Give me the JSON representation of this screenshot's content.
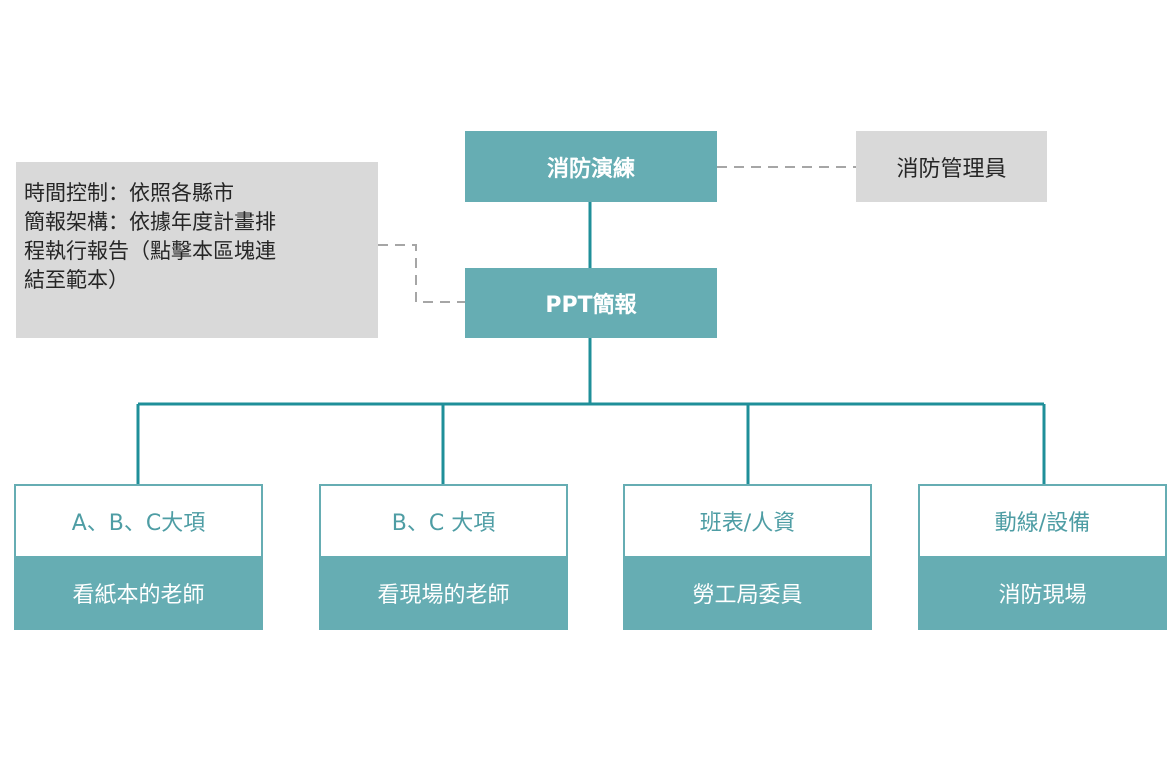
{
  "top_node": "消防演練",
  "side_node": "消防管理員",
  "middle_node": "PPT簡報",
  "note": {
    "lines": [
      "時間控制：依照各縣市",
      "簡報架構：依據年度計畫排",
      "程執行報告（點擊本區塊連",
      "結至範本）"
    ]
  },
  "cards": [
    {
      "header": "A、B、C大項",
      "body": "看紙本的老師"
    },
    {
      "header": "B、C 大項",
      "body": "看現場的老師"
    },
    {
      "header": "班表/人資",
      "body": "勞工局委員"
    },
    {
      "header": "動線/設備",
      "body": "消防現場"
    }
  ],
  "colors": {
    "teal": "#66adb3",
    "grey": "#d9d9d9",
    "connector": "#1f8f99",
    "dashed": "#a6a6a6"
  }
}
